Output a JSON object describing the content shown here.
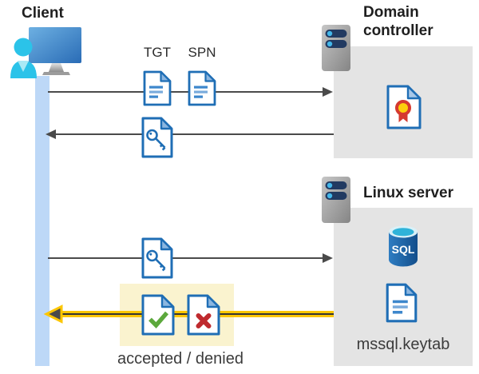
{
  "client": {
    "label": "Client"
  },
  "domain_controller": {
    "label": "Domain controller"
  },
  "linux_server": {
    "label": "Linux server",
    "database_label": "SQL",
    "keytab_label": "mssql.keytab"
  },
  "flow": {
    "tgt_label": "TGT",
    "spn_label": "SPN",
    "result_label": "accepted / denied"
  },
  "colors": {
    "document_blue": "#1f6eb5",
    "document_fold_blue": "#8cb6e0",
    "panel_gray": "#e4e4e4",
    "timeline_blue": "#bdd8f7",
    "highlight_background": "#faf3cf",
    "highlight_yellow": "#fcc603",
    "arrow_gray": "#4a4a4a",
    "person_cyan": "#2bc3e9",
    "success_green": "#5ca83c",
    "error_red": "#bf2a2e",
    "seal_yellow": "#fccf0c",
    "seal_red": "#d5392f"
  }
}
